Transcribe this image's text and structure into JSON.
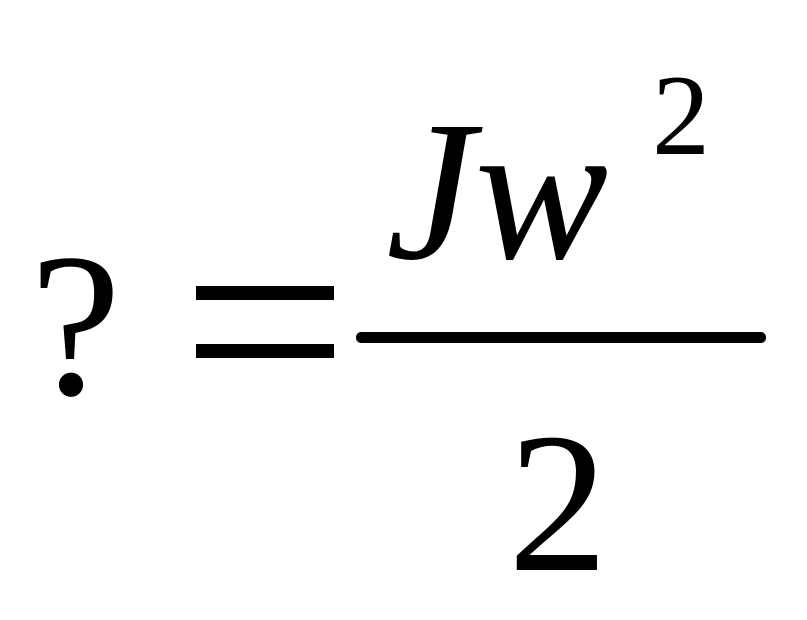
{
  "formula": {
    "lhs": "?",
    "equals": "=",
    "numerator_base": "Jw",
    "numerator_exponent": "2",
    "denominator": "2"
  },
  "colors": {
    "text": "#000000",
    "background": "#ffffff"
  }
}
